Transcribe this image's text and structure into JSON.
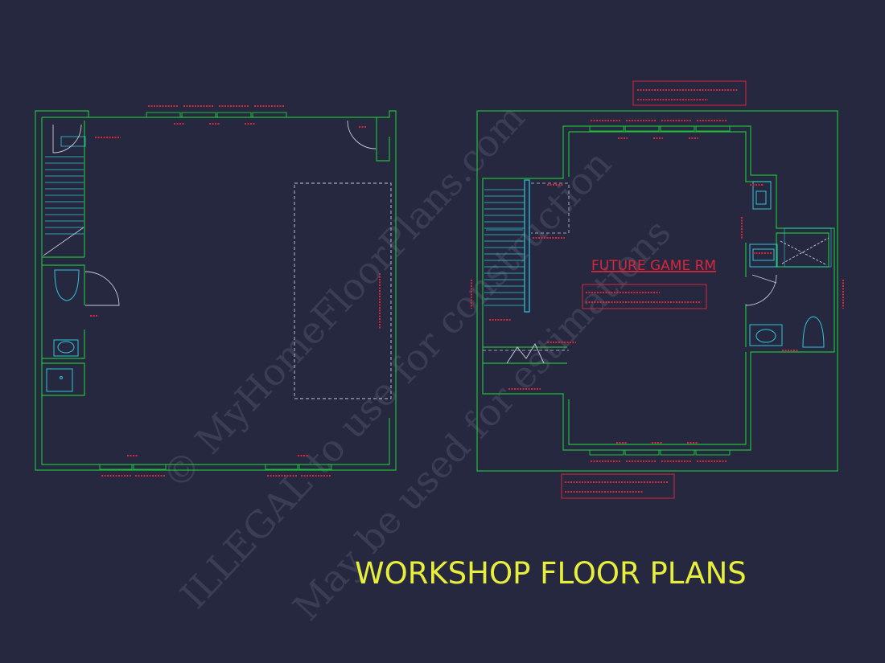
{
  "title": "WORKSHOP FLOOR PLANS",
  "room_label": "FUTURE GAME RM",
  "watermark": {
    "line1": "© MyHomeFloorPlans.com",
    "line2": "ILLEGAL to use for construction",
    "line3": "May be used for estimations"
  },
  "colors": {
    "background": "#262840",
    "walls": "#1fbf3a",
    "annotations": "#d8263a",
    "fixtures": "#2fc6d8",
    "title": "#e8ef3a",
    "dashed": "#c9c9d6"
  }
}
